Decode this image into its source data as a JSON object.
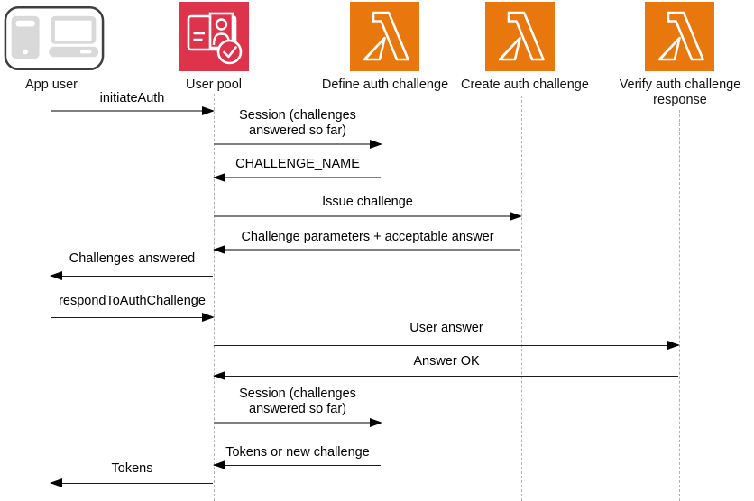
{
  "diagram_type": "sequence",
  "actors": [
    {
      "label": "App user",
      "icon": "app-user-devices-icon"
    },
    {
      "label": "User pool",
      "icon": "cognito-user-pool-icon",
      "icon_color": "#DD344C"
    },
    {
      "label": "Define auth challenge",
      "icon": "lambda-icon",
      "icon_color": "#E8770D"
    },
    {
      "label": "Create auth challenge",
      "icon": "lambda-icon",
      "icon_color": "#E8770D"
    },
    {
      "label": "Verify auth challenge response",
      "icon": "lambda-icon",
      "icon_color": "#E8770D"
    }
  ],
  "messages": [
    {
      "label": "initiateAuth",
      "from": "App user",
      "to": "User pool"
    },
    {
      "label": "Session (challenges answered so far)",
      "from": "User pool",
      "to": "Define auth challenge"
    },
    {
      "label": "CHALLENGE_NAME",
      "from": "Define auth challenge",
      "to": "User pool"
    },
    {
      "label": "Issue challenge",
      "from": "User pool",
      "to": "Create auth challenge"
    },
    {
      "label": "Challenge parameters + acceptable answer",
      "from": "Create auth challenge",
      "to": "User pool"
    },
    {
      "label": "Challenges answered",
      "from": "User pool",
      "to": "App user"
    },
    {
      "label": "respondToAuthChallenge",
      "from": "App user",
      "to": "User pool"
    },
    {
      "label": "User answer",
      "from": "User pool",
      "to": "Verify auth challenge response"
    },
    {
      "label": "Answer OK",
      "from": "Verify auth challenge response",
      "to": "User pool"
    },
    {
      "label": "Session (challenges answered so far)",
      "from": "User pool",
      "to": "Define auth challenge"
    },
    {
      "label": "Tokens or new challenge",
      "from": "Define auth challenge",
      "to": "User pool"
    },
    {
      "label": "Tokens",
      "from": "User pool",
      "to": "App user"
    }
  ],
  "colors": {
    "user_pool_icon": "#DD344C",
    "lambda_icon": "#E8770D",
    "thick_line": "#7f7f7f",
    "thin_line": "#1c1c1c",
    "arrowhead": "#000000",
    "lifeline": "#b0b0b0",
    "device_fill": "#d9d9d9"
  }
}
